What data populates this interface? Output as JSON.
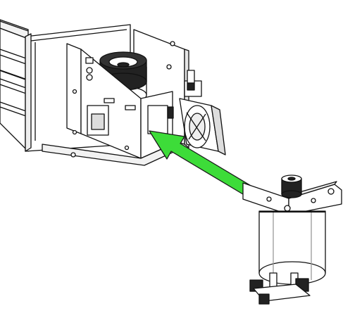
{
  "arrow_color": "#3ddc39",
  "line_color": "#111111",
  "fill_light": "#ffffff",
  "fill_shade": "#d9d9d9",
  "fill_dark": "#222222",
  "parts": {
    "rail": "aluminium-extrusion-rail",
    "plate": "mounting-plate",
    "bracket": "carriage-bracket",
    "pulley": "toothed-pulley",
    "fan": "cooling-fan",
    "motor": "motor-assembly"
  }
}
